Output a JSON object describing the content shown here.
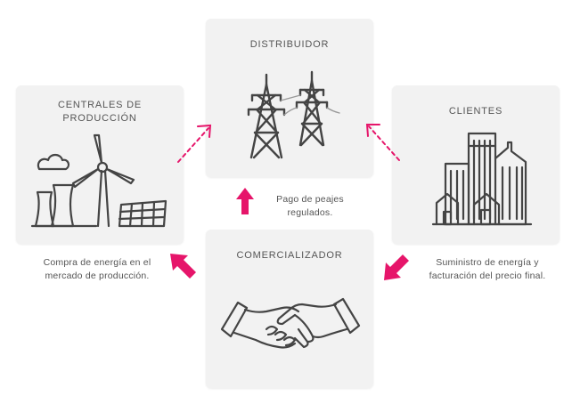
{
  "nodes": {
    "distribuidor": {
      "title": "DISTRIBUIDOR"
    },
    "centrales": {
      "title_line1": "CENTRALES DE",
      "title_line2": "PRODUCCIÓN"
    },
    "clientes": {
      "title": "CLIENTES"
    },
    "comercializador": {
      "title": "COMERCIALIZADOR"
    }
  },
  "captions": {
    "peajes": {
      "line1": "Pago de peajes",
      "line2": "regulados."
    },
    "compra": {
      "line1": "Compra de energía en el",
      "line2": "mercado de producción."
    },
    "suministro": {
      "line1": "Suministro de energía y",
      "line2": "facturación del precio final."
    }
  },
  "icons": {
    "distribuidor": "power-tower-icon",
    "centrales": "power-plant-wind-solar-icon",
    "clientes": "city-buildings-icon",
    "comercializador": "handshake-icon",
    "flow_arrow": "bold-arrow-icon",
    "dashed_arrow": "dashed-arrow-icon"
  },
  "colors": {
    "accent": "#e6156a",
    "box": "#f2f2f2",
    "text": "#555555",
    "line": "#444444"
  }
}
